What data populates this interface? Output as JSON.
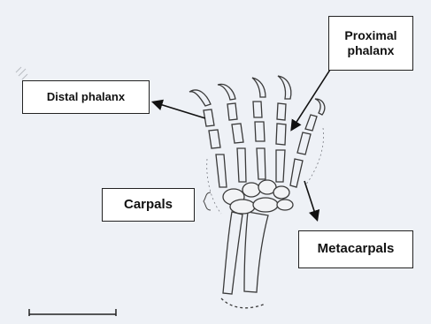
{
  "labels": {
    "distal_phalanx": "Distal phalanx",
    "proximal_phalanx_line1": "Proximal",
    "proximal_phalanx_line2": "phalanx",
    "carpals": "Carpals",
    "metacarpals": "Metacarpals"
  },
  "colors": {
    "background": "#eef1f6",
    "bone_stroke": "#3a3a3a",
    "arrow": "#111111"
  }
}
